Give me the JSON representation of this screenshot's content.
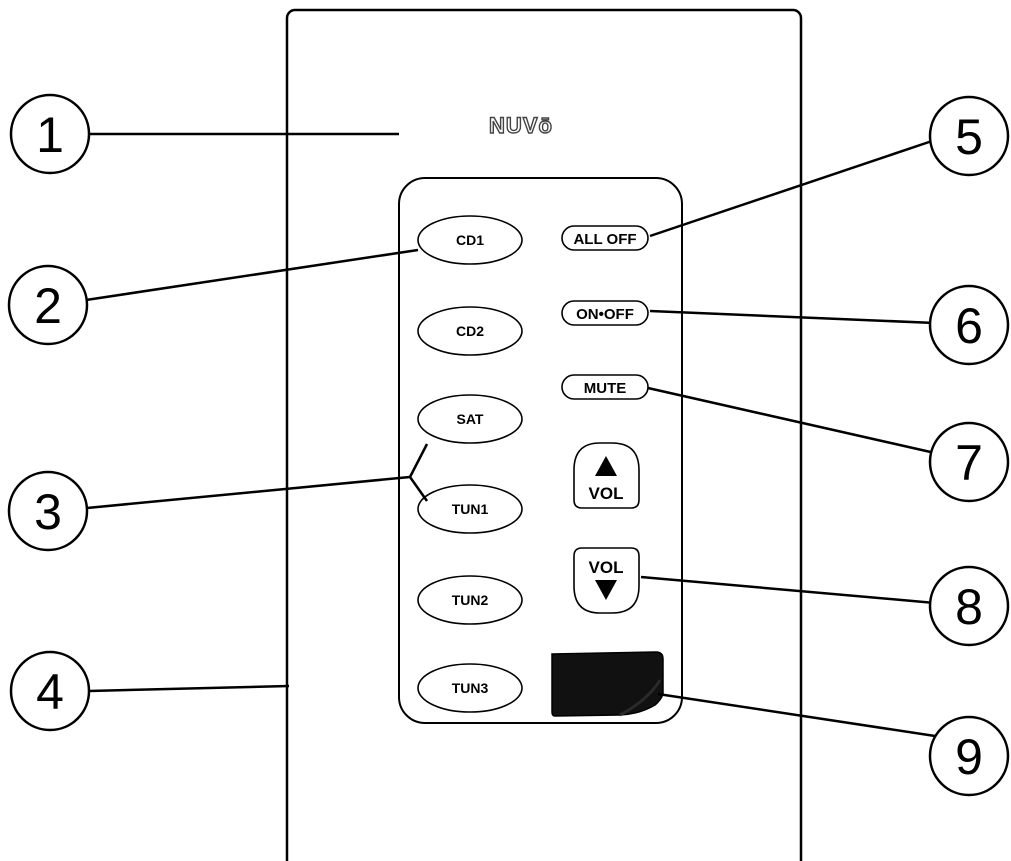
{
  "logo": {
    "text": "NUVō",
    "alt_text": "NUVO"
  },
  "source_buttons": [
    {
      "id": "cd1",
      "label": "CD1"
    },
    {
      "id": "cd2",
      "label": "CD2"
    },
    {
      "id": "sat",
      "label": "SAT"
    },
    {
      "id": "tun1",
      "label": "TUN1"
    },
    {
      "id": "tun2",
      "label": "TUN2"
    },
    {
      "id": "tun3",
      "label": "TUN3"
    }
  ],
  "control_buttons": {
    "all_off": "ALL OFF",
    "on_off": "ON•OFF",
    "mute": "MUTE",
    "vol_up": "VOL",
    "vol_down": "VOL"
  },
  "callouts": [
    "1",
    "2",
    "3",
    "4",
    "5",
    "6",
    "7",
    "8",
    "9"
  ]
}
